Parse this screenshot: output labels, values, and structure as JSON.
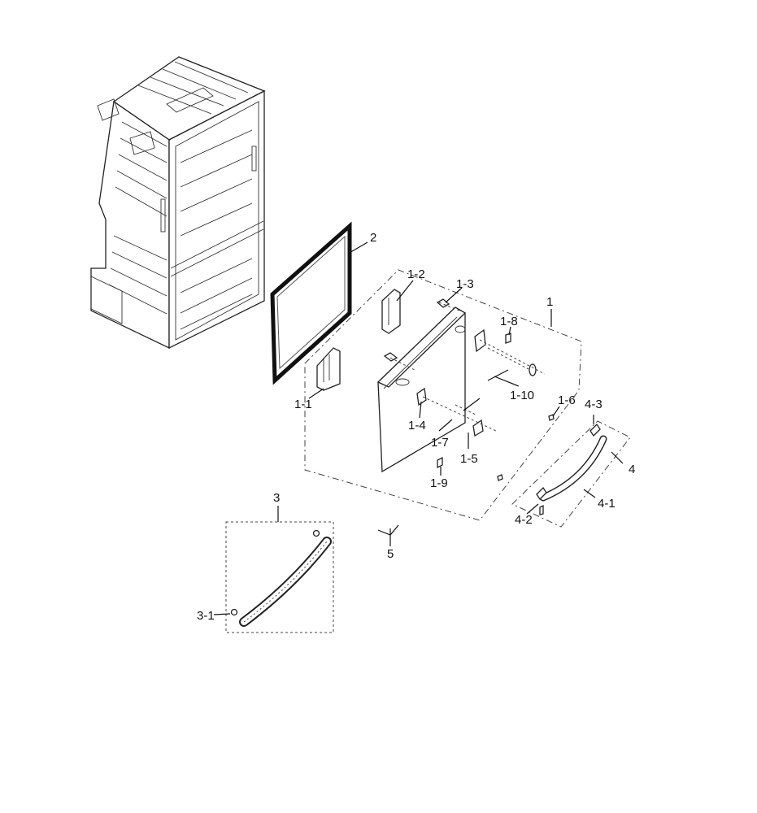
{
  "labels": {
    "p1": "1",
    "p1_1": "1-1",
    "p1_2": "1-2",
    "p1_3": "1-3",
    "p1_4": "1-4",
    "p1_5": "1-5",
    "p1_6": "1-6",
    "p1_7": "1-7",
    "p1_8": "1-8",
    "p1_9": "1-9",
    "p1_10": "1-10",
    "p2": "2",
    "p3": "3",
    "p3_1": "3-1",
    "p4": "4",
    "p4_1": "4-1",
    "p4_2": "4-2",
    "p4_3": "4-3",
    "p5": "5"
  }
}
